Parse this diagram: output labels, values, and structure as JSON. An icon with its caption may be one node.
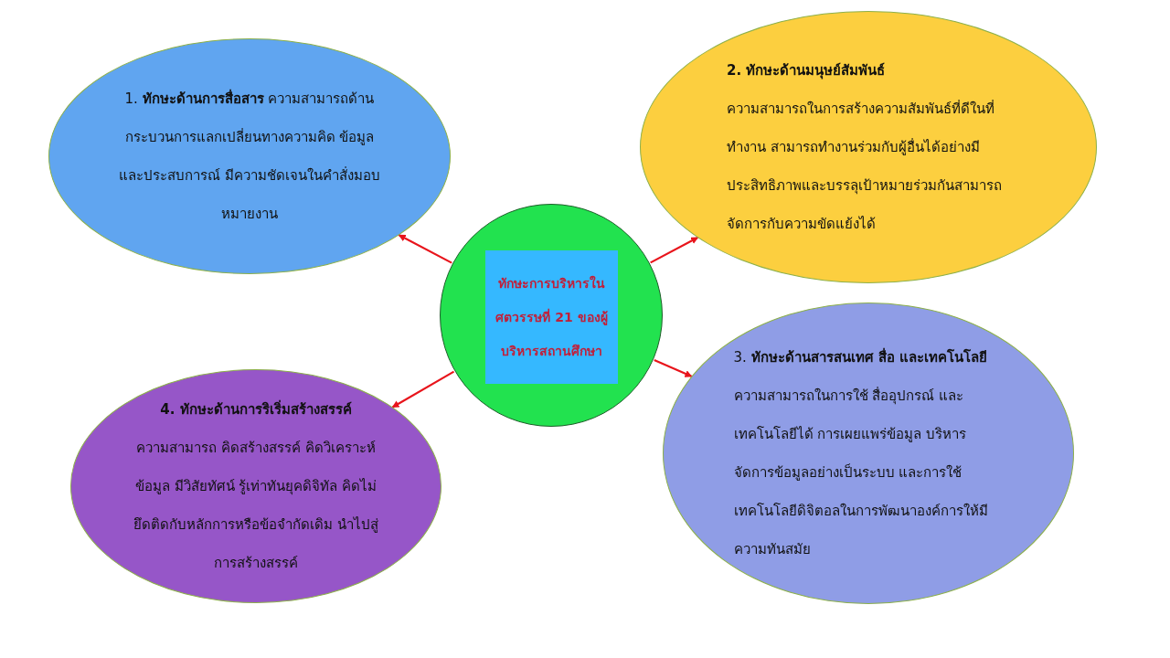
{
  "diagram": {
    "nodes": [
      {
        "text": [
          "1. **ทักษะด้านการสื่อสาร** ความสามารถด้าน กระบวนการแลกเปลี่ยนทางความคิด ข้อมูล และประสบการณ์ มีความชัดเจนในคำสั่งมอบหมายงาน"
        ]
      },
      {
        "text": [
          "2. ทักษะด้านมนุษย์สัมพันธ์",
          "ความสามารถในการสร้างความสัมพันธ์ที่ดีในที่ทำงาน สามารถทำงานร่วมกับผู้อื่นได้อย่างมีประสิทธิภาพและบรรลุเป้าหมายร่วมกันสามารถจัดการกับความขัดแย้งได้"
        ]
      },
      {
        "text": [],
        "shape": "circle"
      },
      {
        "text": [
          "ทักษะการบริหารในศตวรรษที่ 21 ของผู้บริหารสถานศึกษา"
        ],
        "in": 2
      },
      {
        "text": [
          "4. ทักษะด้านการริเริ่มสร้างสรรค์",
          "ความสามารถ คิดสร้างสรรค์ คิดวิเคราะห์ข้อมูล มีวิสัยทัศน์ รู้เท่าทันยุคดิจิทัล คิดไม่ยึดติดกับหลักการหรือข้อจำกัดเดิม นำไปสู่การสร้างสรรค์"
        ]
      },
      {
        "text": [
          "3. **ทักษะด้านสารสนเทศ สื่อ และเทคโนโลยี** ความสามารถในการใช้ สื่ออุปกรณ์ และเทคโนโลยีได้ การเผยแพร่ข้อมูล บริหารจัดการข้อมูลอย่างเป็นระบบ และการใช้เทคโนโลยีดิจิตอลในการพัฒนาองค์การให้มีความทันสมัย"
        ]
      }
    ],
    "edges": [
      {
        "from": 2,
        "to": 0,
        "arrow": "to"
      },
      {
        "from": 2,
        "to": 1,
        "arrow": "to"
      },
      {
        "from": 2,
        "to": 5,
        "arrow": "to"
      },
      {
        "from": 2,
        "to": 4,
        "arrow": "to"
      }
    ]
  }
}
